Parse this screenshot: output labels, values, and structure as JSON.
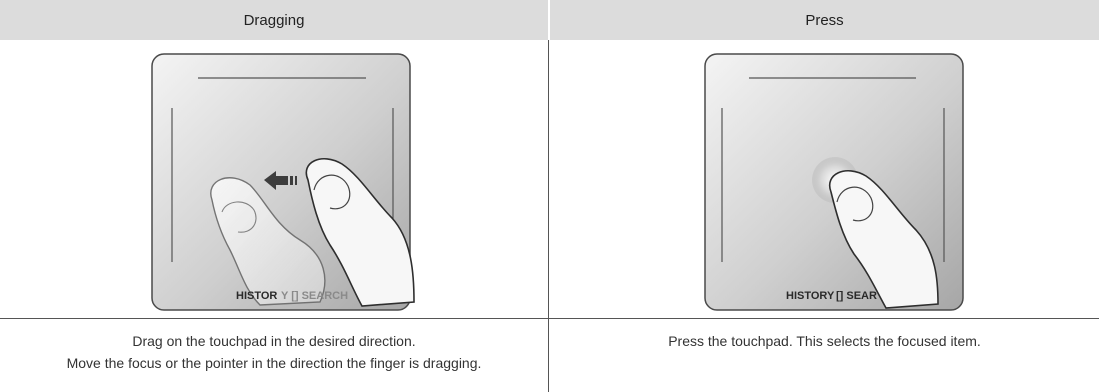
{
  "columns": [
    {
      "header": "Dragging",
      "pad_label_a": "HISTOR",
      "pad_label_b": "Y  [] SEARCH",
      "description": [
        "Drag on the touchpad in the desired direction.",
        "Move the focus or the pointer in the direction the finger is dragging."
      ]
    },
    {
      "header": "Press",
      "pad_label_a": "HISTORY",
      "pad_label_b": " [] SEAR",
      "description": [
        "Press the touchpad. This selects the focused item."
      ]
    }
  ],
  "colors": {
    "header_bg": "#dcdcdc",
    "pad_light": "#f2f2f2",
    "pad_dark": "#a9a9a9",
    "rule": "#555555"
  },
  "icons": [
    "left-arrow-icon",
    "finger-icon",
    "press-glow-icon"
  ]
}
